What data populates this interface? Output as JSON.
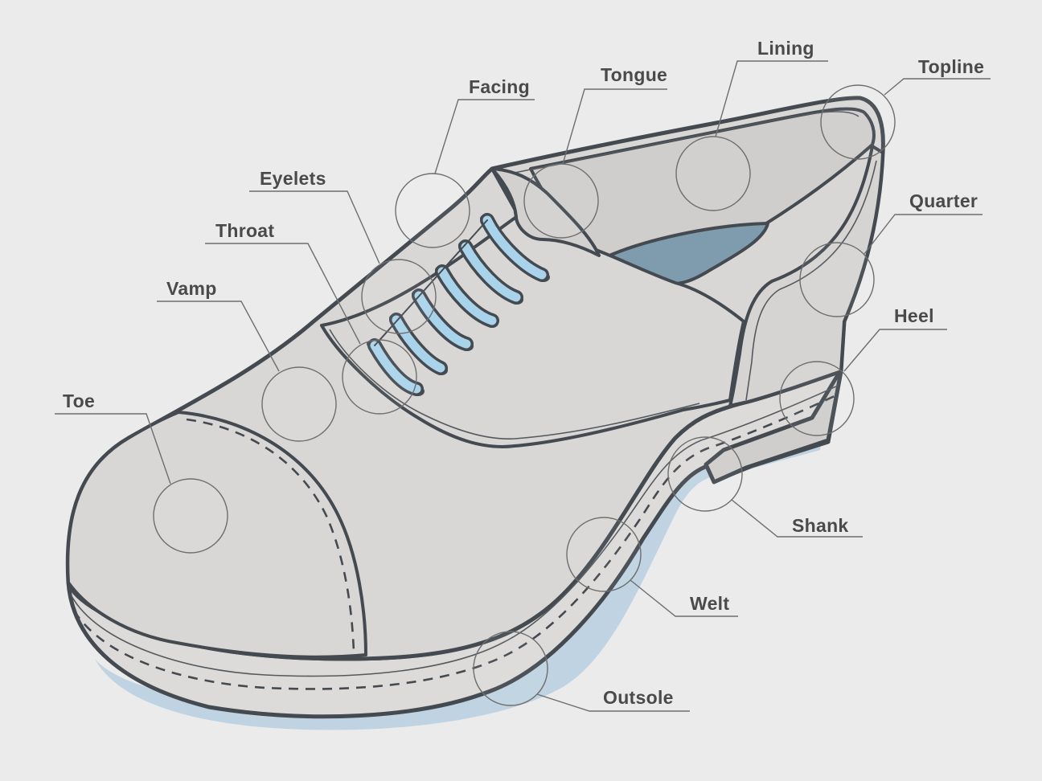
{
  "colors": {
    "background": "#ebebeb",
    "shoe_fill": "#d8d7d6",
    "sole_fill": "#dcdbda",
    "outline": "#444a50",
    "laces": "#a9d3ea",
    "insole": "#7e9cae",
    "shadow": "#bfd3e2",
    "label_text": "#4a4a4a"
  },
  "labels": {
    "toe": "Toe",
    "vamp": "Vamp",
    "throat": "Throat",
    "eyelets": "Eyelets",
    "facing": "Facing",
    "tongue": "Tongue",
    "lining": "Lining",
    "topline": "Topline",
    "quarter": "Quarter",
    "heel": "Heel",
    "shank": "Shank",
    "welt": "Welt",
    "outsole": "Outsole"
  }
}
